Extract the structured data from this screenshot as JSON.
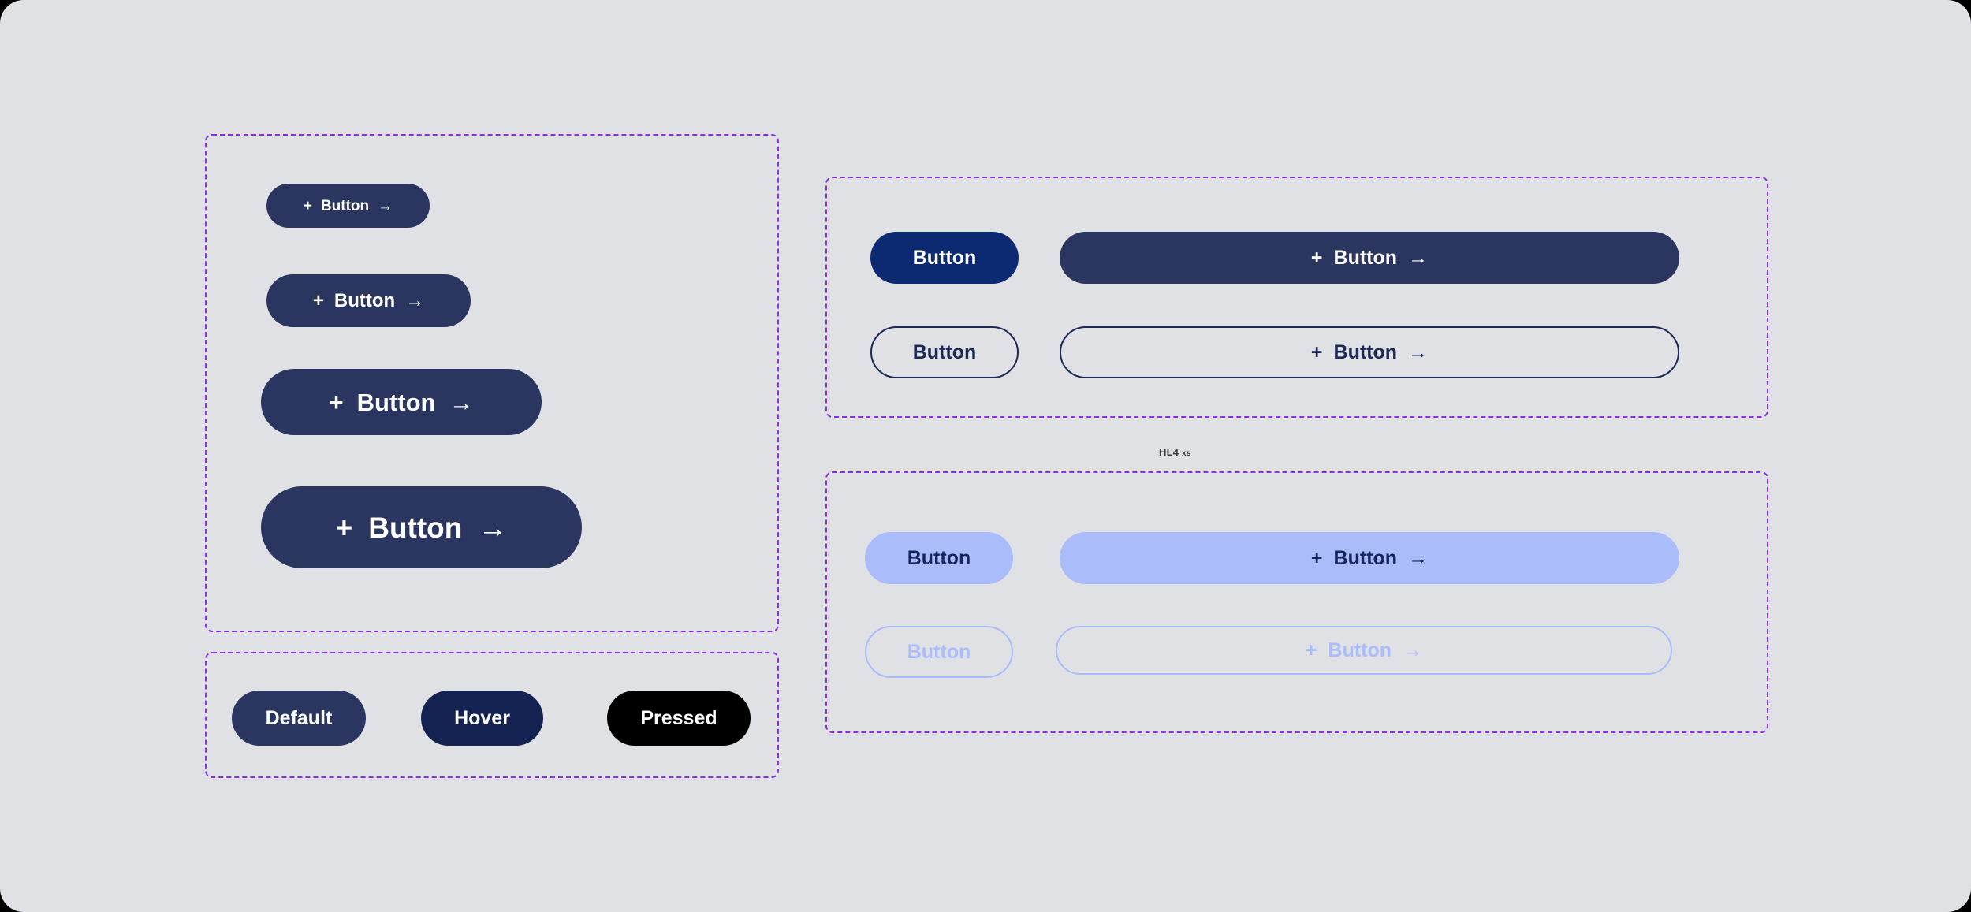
{
  "theme": {
    "page_background": "#e0e1e4",
    "frame_stroke": "#8b2fe8",
    "navy": "#2a3560",
    "deep_blue": "#0b2a72",
    "hover_navy": "#132251",
    "pressed_black": "#000000",
    "disabled_fill": "#abbcfa",
    "outline_navy": "#1d2a56"
  },
  "icons": {
    "plus": "+",
    "arrow_right": "→"
  },
  "size_ramp": {
    "buttons": [
      {
        "label": "Button",
        "size": "xs"
      },
      {
        "label": "Button",
        "size": "sm"
      },
      {
        "label": "Button",
        "size": "md"
      },
      {
        "label": "Button",
        "size": "lg"
      }
    ]
  },
  "states": {
    "buttons": [
      {
        "label": "Default"
      },
      {
        "label": "Hover"
      },
      {
        "label": "Pressed"
      }
    ]
  },
  "enabled_panel": {
    "solid_small": "Button",
    "solid_wide": "Button",
    "outline_small": "Button",
    "outline_wide": "Button"
  },
  "disabled_panel": {
    "solid_small": "Button",
    "solid_wide": "Button",
    "outline_small": "Button",
    "outline_wide": "Button"
  },
  "caption": {
    "main": "HL4",
    "sub": "xs"
  }
}
